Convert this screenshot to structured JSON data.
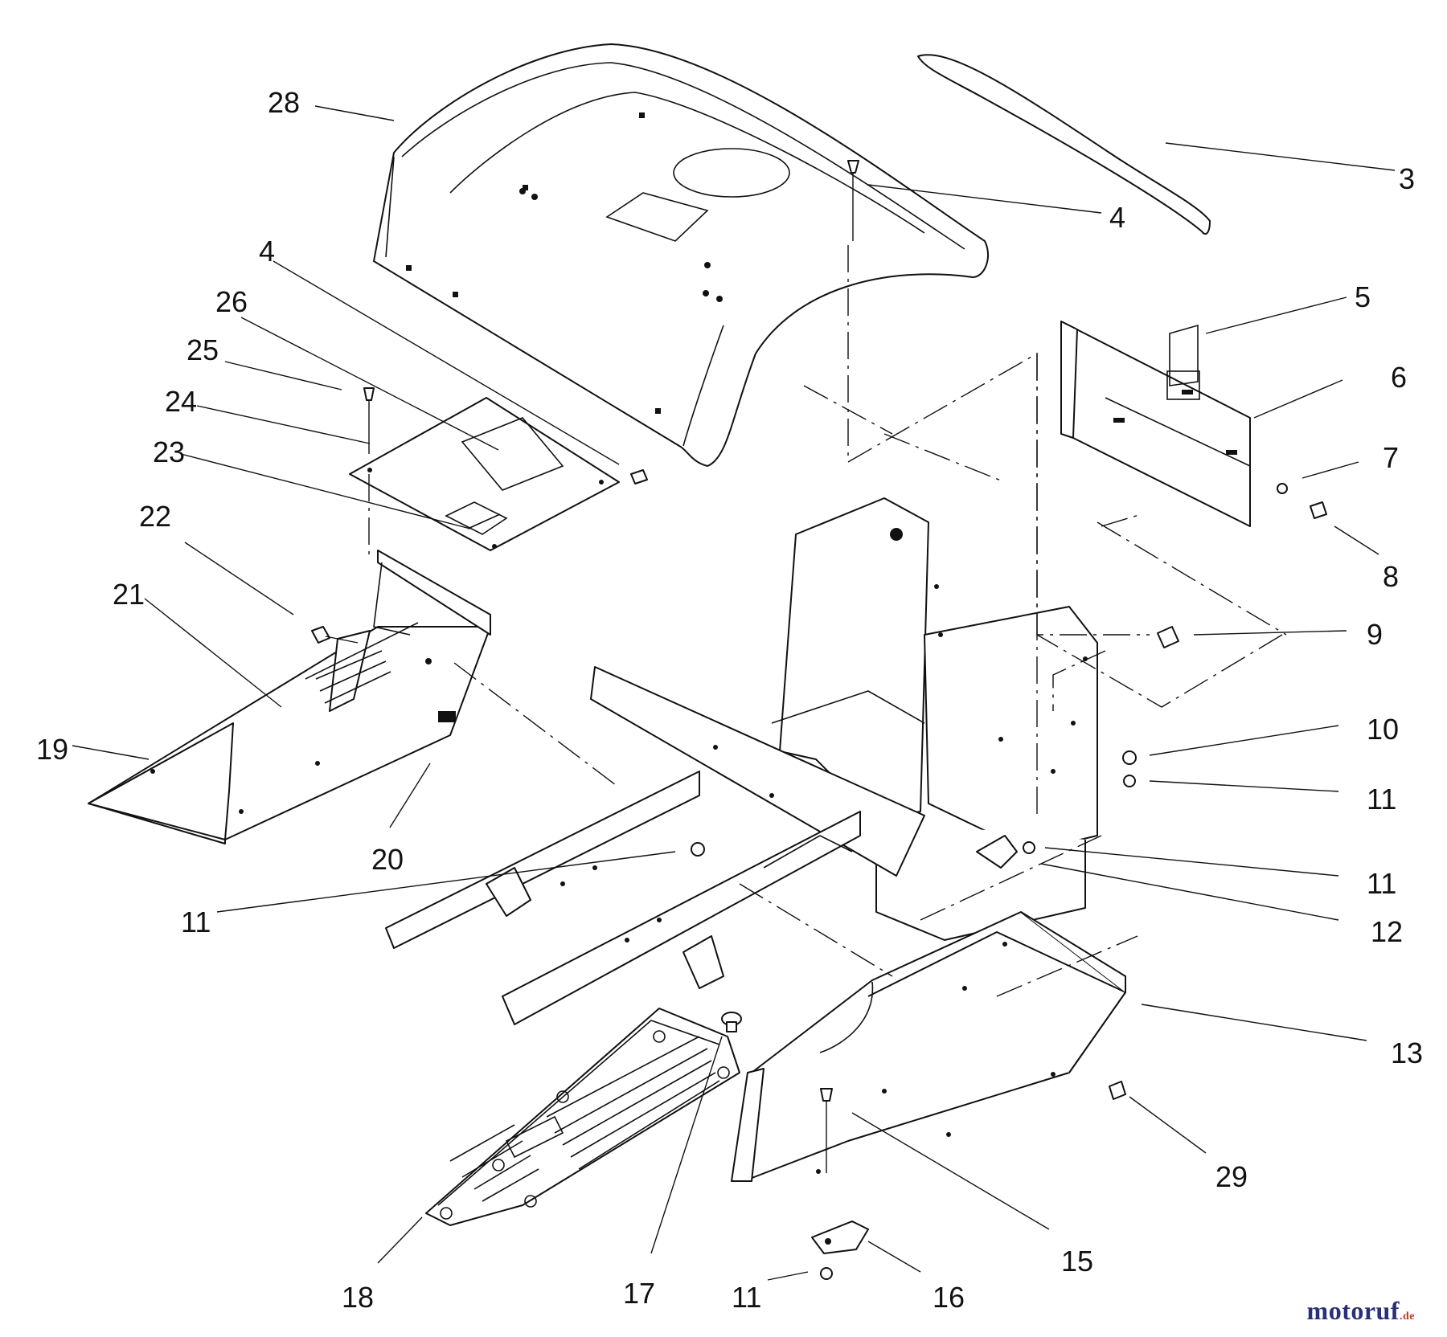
{
  "callouts": [
    {
      "id": "c28",
      "label": "28"
    },
    {
      "id": "c3",
      "label": "3"
    },
    {
      "id": "c4a",
      "label": "4"
    },
    {
      "id": "c4b",
      "label": "4"
    },
    {
      "id": "c26",
      "label": "26"
    },
    {
      "id": "c25",
      "label": "25"
    },
    {
      "id": "c24",
      "label": "24"
    },
    {
      "id": "c23",
      "label": "23"
    },
    {
      "id": "c22",
      "label": "22"
    },
    {
      "id": "c21",
      "label": "21"
    },
    {
      "id": "c19",
      "label": "19"
    },
    {
      "id": "c20",
      "label": "20"
    },
    {
      "id": "c5",
      "label": "5"
    },
    {
      "id": "c6",
      "label": "6"
    },
    {
      "id": "c7",
      "label": "7"
    },
    {
      "id": "c8",
      "label": "8"
    },
    {
      "id": "c9",
      "label": "9"
    },
    {
      "id": "c10",
      "label": "10"
    },
    {
      "id": "c11a",
      "label": "11"
    },
    {
      "id": "c11b",
      "label": "11"
    },
    {
      "id": "c11c",
      "label": "11"
    },
    {
      "id": "c11d",
      "label": "11"
    },
    {
      "id": "c12",
      "label": "12"
    },
    {
      "id": "c13",
      "label": "13"
    },
    {
      "id": "c29",
      "label": "29"
    },
    {
      "id": "c15",
      "label": "15"
    },
    {
      "id": "c16",
      "label": "16"
    },
    {
      "id": "c17",
      "label": "17"
    },
    {
      "id": "c18",
      "label": "18"
    }
  ],
  "watermark": {
    "brand": "motoruf",
    "suffix": ".de"
  }
}
